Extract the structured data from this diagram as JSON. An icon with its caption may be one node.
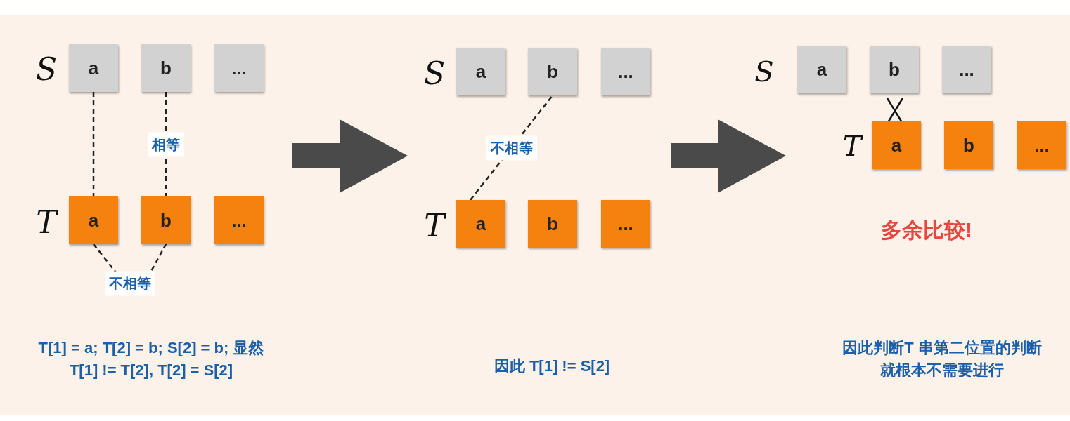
{
  "diagram": {
    "nodes": [
      {
        "text": [
          "a"
        ]
      },
      {
        "text": [
          "b"
        ]
      },
      {
        "text": [
          "..."
        ]
      },
      {
        "text": [
          "a"
        ]
      },
      {
        "text": [
          "b"
        ]
      },
      {
        "text": [
          "..."
        ]
      },
      {
        "text": [
          "a"
        ]
      },
      {
        "text": [
          "b"
        ]
      },
      {
        "text": [
          "..."
        ]
      },
      {
        "text": [
          "a"
        ]
      },
      {
        "text": [
          "b"
        ]
      },
      {
        "text": [
          "..."
        ]
      },
      {
        "text": [
          "a"
        ]
      },
      {
        "text": [
          "b"
        ]
      },
      {
        "text": [
          "..."
        ]
      },
      {
        "text": [
          "a"
        ]
      },
      {
        "text": [
          "b"
        ]
      },
      {
        "text": [
          "..."
        ]
      }
    ],
    "edges": [
      {
        "from": 0,
        "to": 3,
        "arrow": "none",
        "style": "dashed"
      },
      {
        "from": 1,
        "to": 4,
        "arrow": "none",
        "style": "dashed",
        "label": "相等"
      },
      {
        "from": 3,
        "to": 4,
        "arrow": "none",
        "style": "dashed",
        "label": "不相等"
      },
      {
        "from": 9,
        "to": 7,
        "arrow": "none",
        "style": "dashed",
        "label": "不相等"
      }
    ],
    "labels": [
      "S",
      "S",
      "S",
      "T",
      "T",
      "T",
      "多余比较!",
      "T[1] = a; T[2] = b; S[2] = b; 显然 T[1] != T[2], T[2] = S[2]",
      "因此 T[1] != S[2]",
      "因此判断T 串第二位置的判断就根本不需要进行"
    ]
  }
}
